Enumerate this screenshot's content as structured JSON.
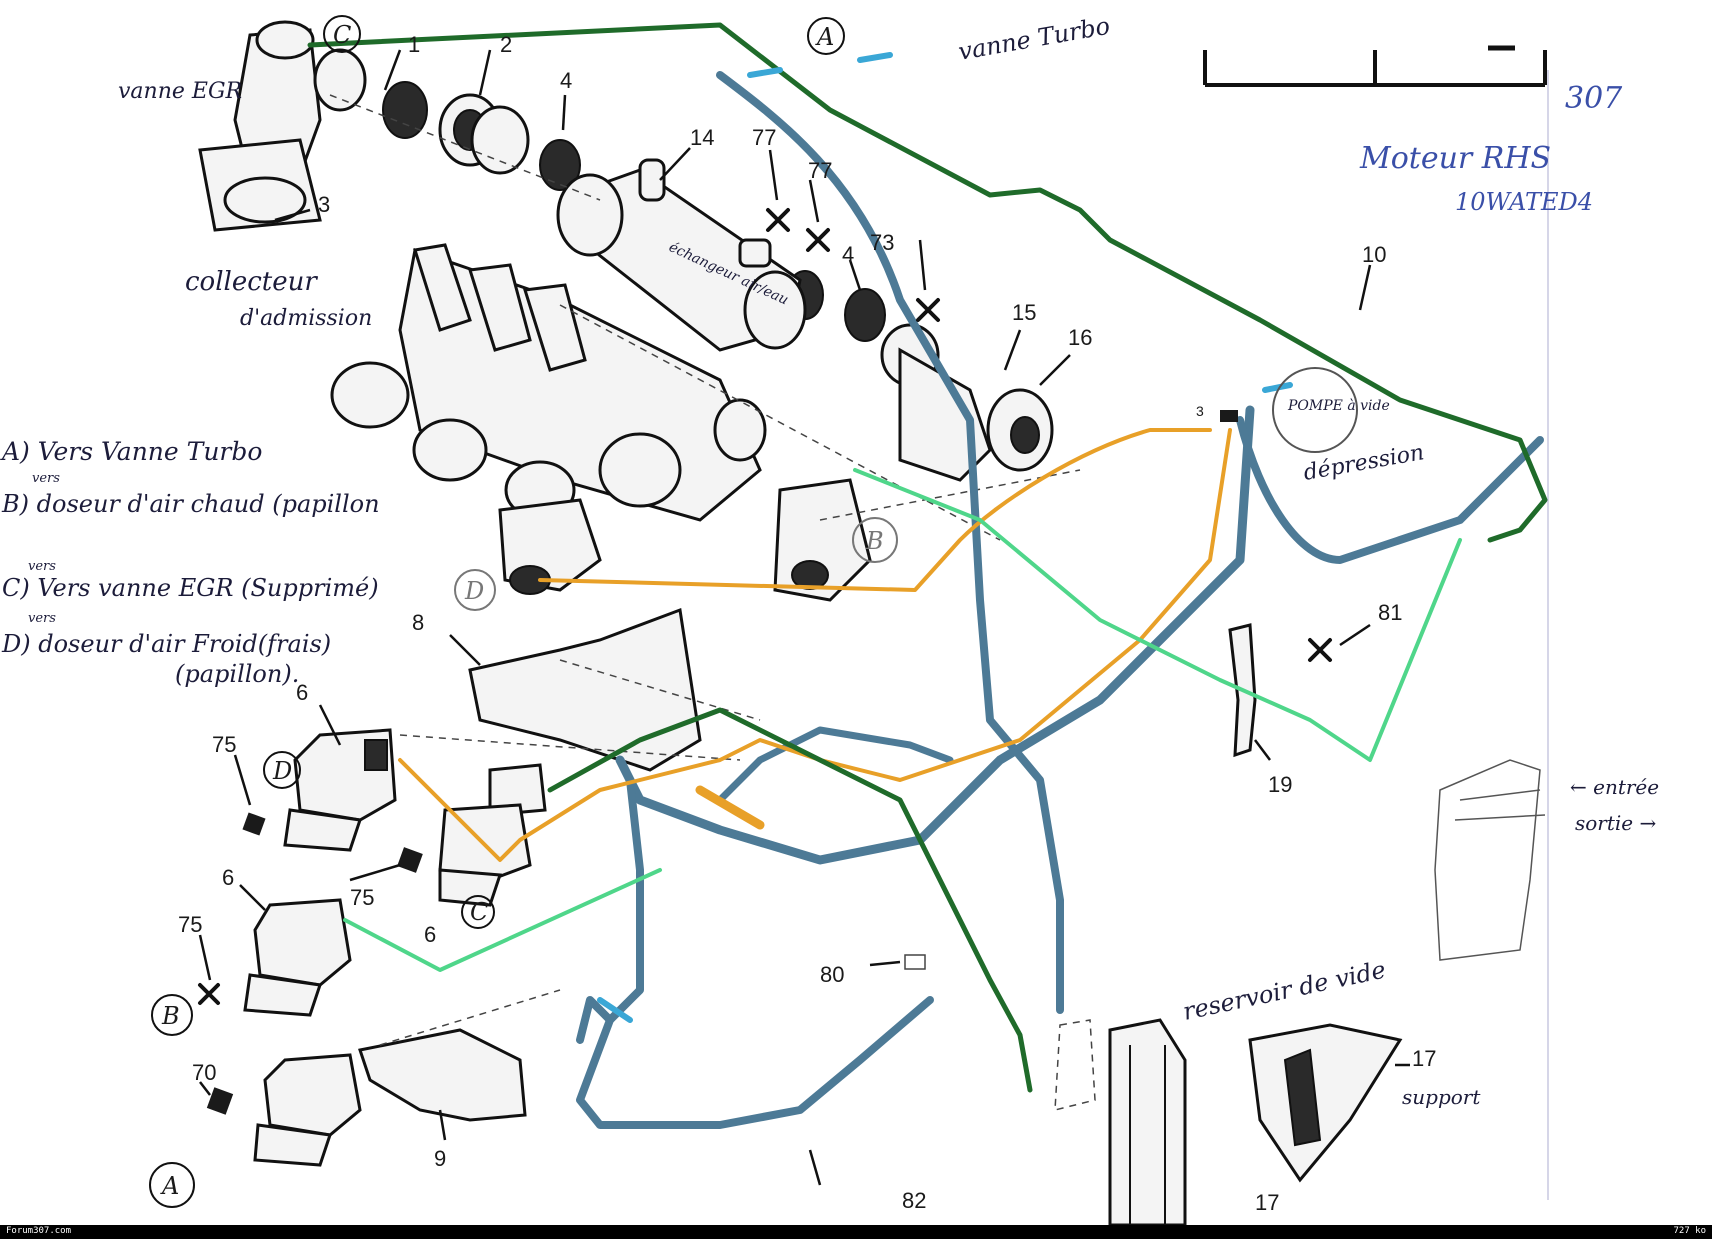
{
  "header": {
    "engine_model": "307",
    "engine_label": "Moteur RHS",
    "engine_code": "10WATED4"
  },
  "legend": {
    "a": "A) Vers Vanne Turbo",
    "b_vers": "vers",
    "b": "B) doseur d'air chaud (papillon",
    "c_vers": "vers",
    "c": "C) Vers vanne EGR (Supprimé)",
    "d_vers": "vers",
    "d": "D) doseur d'air Froid(frais)",
    "d2": "(papillon)."
  },
  "annotations": {
    "vanne_egr": "vanne EGR",
    "collecteur": "collecteur",
    "admission": "d'admission",
    "echangeur": "échangeur air/eau",
    "vanne_turbo": "vanne Turbo",
    "pompe": "POMPE à vide",
    "depression": "dépression",
    "reservoir": "reservoir de vide",
    "support": "support",
    "entree": "← entrée",
    "sortie": "sortie →"
  },
  "callouts": {
    "c1": "1",
    "c2": "2",
    "c3": "3",
    "c4a": "4",
    "c4b": "4",
    "c14": "14",
    "c77a": "77",
    "c77b": "77",
    "c73": "73",
    "c15": "15",
    "c16": "16",
    "c10": "10",
    "c3b": "3",
    "c8": "8",
    "c81": "81",
    "c19": "19",
    "c6a": "6",
    "c6b": "6",
    "c6c": "6",
    "c75a": "75",
    "c75b": "75",
    "c75c": "75",
    "c70": "70",
    "c80": "80",
    "c9": "9",
    "c17": "17",
    "c17b": "17",
    "c82": "82"
  },
  "circle_letters": {
    "top_c": "C",
    "top_a": "A",
    "mid_b": "B",
    "mid_d": "D",
    "left_d": "D",
    "left_c": "C",
    "left_b": "B",
    "left_a": "A"
  },
  "footer": {
    "site": "Forum307.com",
    "size": "727 ko"
  },
  "colors": {
    "hose_green_dark": "#1f6b2a",
    "hose_green_light": "#4fd68a",
    "hose_blue": "#4d7a96",
    "hose_orange": "#e8a028",
    "tip_cyan": "#3aa7d6"
  }
}
